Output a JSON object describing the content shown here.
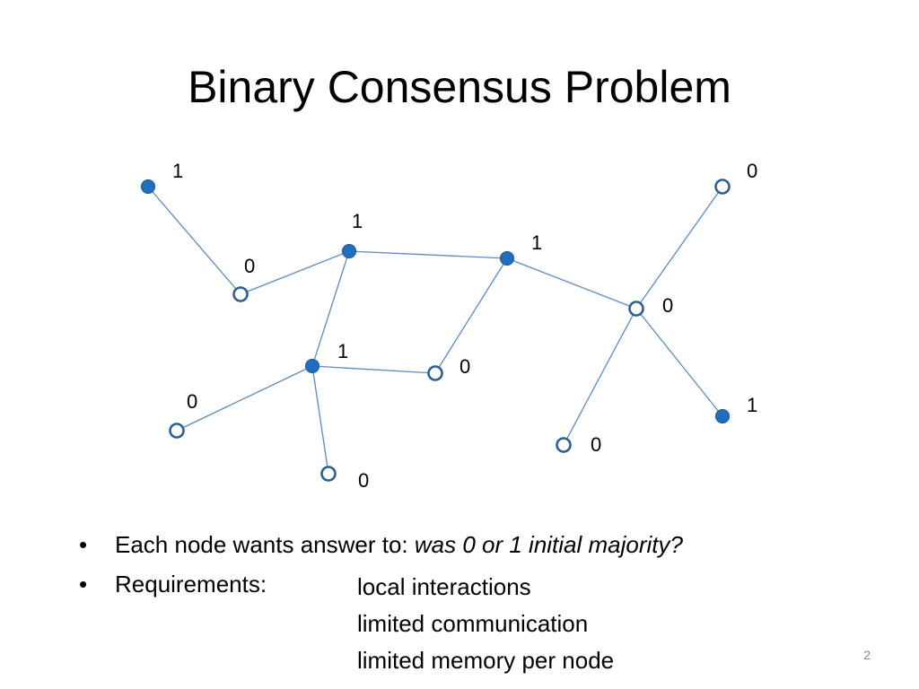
{
  "slide": {
    "title": "Binary Consensus Problem",
    "page_number": "2"
  },
  "colors": {
    "node_fill_one": "#1f6fc1",
    "node_stroke": "#2e5f8f",
    "node_fill_zero": "#ffffff",
    "edge": "#5b8ac1"
  },
  "graph": {
    "nodes": [
      {
        "id": "a",
        "value": 1
      },
      {
        "id": "b",
        "value": 0
      },
      {
        "id": "c",
        "value": 1
      },
      {
        "id": "d",
        "value": 1
      },
      {
        "id": "e",
        "value": 0
      },
      {
        "id": "f",
        "value": 0
      },
      {
        "id": "g",
        "value": 1
      },
      {
        "id": "h",
        "value": 0
      },
      {
        "id": "i",
        "value": 0
      },
      {
        "id": "j",
        "value": 0
      },
      {
        "id": "k",
        "value": 1
      },
      {
        "id": "l",
        "value": 0
      }
    ],
    "edges": [
      [
        "a",
        "b"
      ],
      [
        "b",
        "c"
      ],
      [
        "c",
        "d"
      ],
      [
        "c",
        "g"
      ],
      [
        "d",
        "h"
      ],
      [
        "d",
        "f"
      ],
      [
        "g",
        "h"
      ],
      [
        "g",
        "i"
      ],
      [
        "g",
        "j"
      ],
      [
        "f",
        "e"
      ],
      [
        "f",
        "k"
      ],
      [
        "f",
        "l"
      ]
    ]
  },
  "bullets": {
    "bullet_symbol": "•",
    "item1_text": "Each node wants answer to: ",
    "item1_italic": "was 0 or 1 initial majority?",
    "item2_label": "Requirements:",
    "requirements": [
      "local interactions",
      "limited communication",
      "limited memory per node"
    ]
  }
}
